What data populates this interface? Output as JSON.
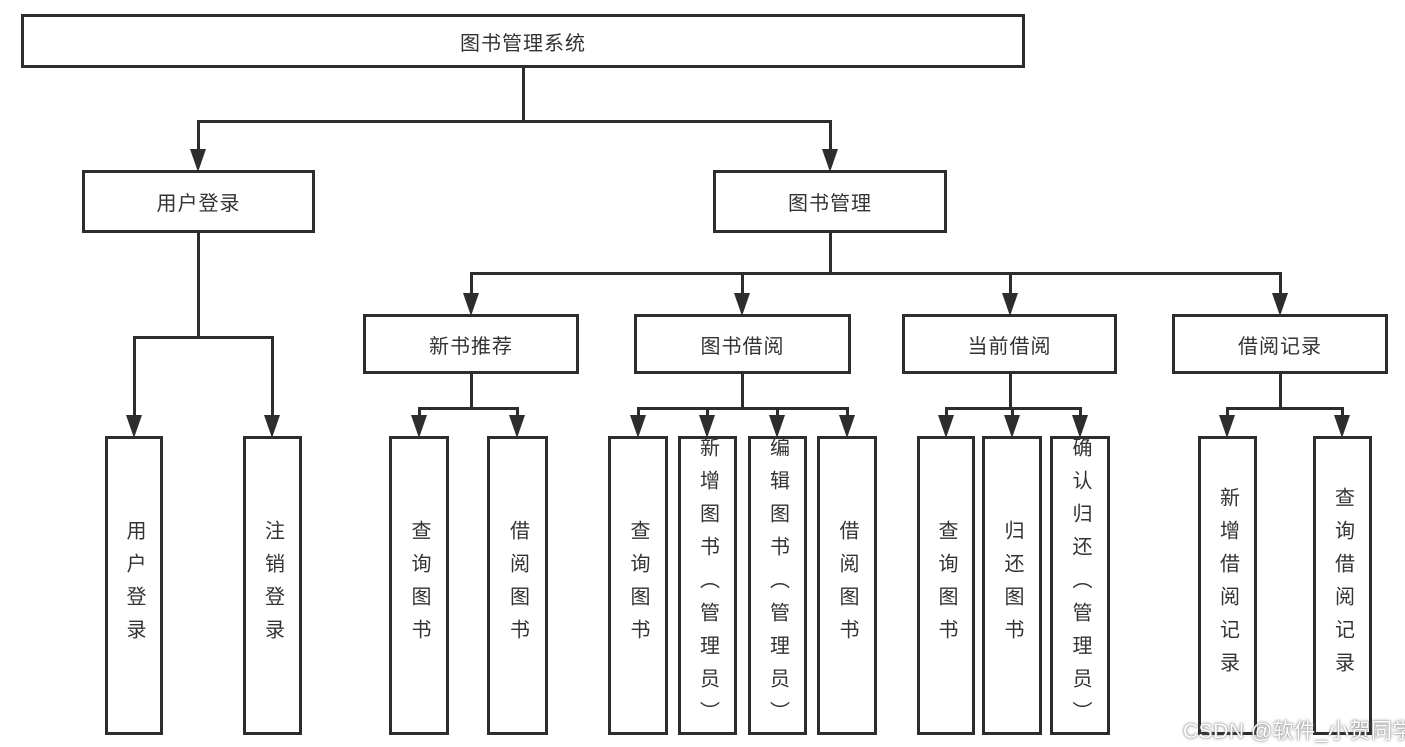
{
  "diagram": {
    "title": "图书管理系统",
    "colors": {
      "border": "#2d2d2d",
      "text": "#333333",
      "background": "#ffffff"
    },
    "nodes": {
      "root": {
        "label": "图书管理系统"
      },
      "login": {
        "label": "用户登录"
      },
      "mgmt": {
        "label": "图书管理"
      },
      "user_login": {
        "label": "用户登录"
      },
      "logout": {
        "label": "注销登录"
      },
      "recommend": {
        "label": "新书推荐"
      },
      "borrow": {
        "label": "图书借阅"
      },
      "current": {
        "label": "当前借阅"
      },
      "records": {
        "label": "借阅记录"
      },
      "rec_query": {
        "label": "查询图书"
      },
      "rec_borrow": {
        "label": "借阅图书"
      },
      "bor_query": {
        "label": "查询图书"
      },
      "bor_add": {
        "label": "新增图书（管理员）"
      },
      "bor_edit": {
        "label": "编辑图书（管理员）"
      },
      "bor_lend": {
        "label": "借阅图书"
      },
      "cur_query": {
        "label": "查询图书"
      },
      "cur_return": {
        "label": "归还图书"
      },
      "cur_confirm": {
        "label": "确认归还（管理员）"
      },
      "rcd_add": {
        "label": "新增借阅记录"
      },
      "rcd_query": {
        "label": "查询借阅记录"
      }
    }
  },
  "watermark": {
    "text": "CSDN @软件_小贺同学"
  }
}
